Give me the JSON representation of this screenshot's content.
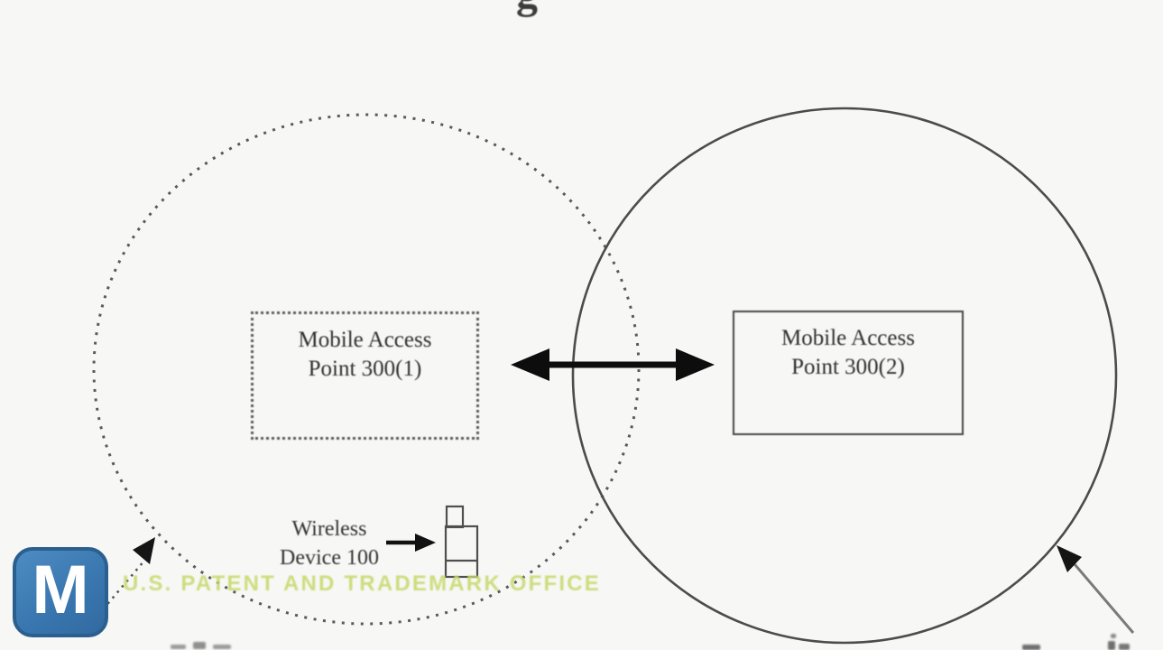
{
  "figure": {
    "title_fragment": "g",
    "access_points": [
      {
        "label_line1": "Mobile Access",
        "label_line2": "Point 300(1)",
        "box_style": "dashed"
      },
      {
        "label_line1": "Mobile Access",
        "label_line2": "Point 300(2)",
        "box_style": "solid"
      }
    ],
    "wireless_device": {
      "label_line1": "Wireless",
      "label_line2": "Device 100"
    },
    "zones": [
      {
        "name": "coverage-zone-1",
        "outline": "dashed-circle"
      },
      {
        "name": "coverage-zone-2",
        "outline": "solid-circle"
      }
    ]
  },
  "watermark": {
    "text": "U.S. PATENT AND TRADEMARK OFFICE",
    "color": "#c7d86c"
  },
  "logo": {
    "letter": "M",
    "background": "#3a77b0",
    "border_color": "#2b5f90"
  },
  "colors": {
    "background": "#f7f8f6",
    "diagram_line": "#4c4c4c",
    "arrow_black": "#0d0d0d",
    "leader_gray": "#7a7a7a"
  }
}
